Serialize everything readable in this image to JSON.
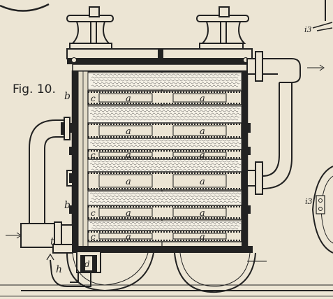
{
  "figure": {
    "caption": "Fig. 10.",
    "labels": {
      "b_upper": "b",
      "b_lower": "b",
      "c": "c",
      "a": "a",
      "t": "t",
      "h": "h",
      "d": "d",
      "i3_top": "i3",
      "i3_right": "i3"
    }
  },
  "colors": {
    "paper": "#ece5d4",
    "ink": "#1e1e1e",
    "filter_fill": "#f5f1e6"
  }
}
